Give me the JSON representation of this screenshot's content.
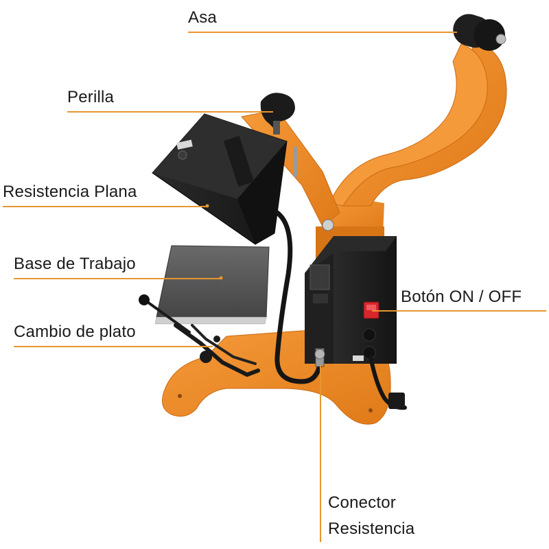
{
  "labels": {
    "asa": "Asa",
    "perilla": "Perilla",
    "resistencia_plana": "Resistencia Plana",
    "base_de_trabajo": "Base de Trabajo",
    "cambio_de_plato": "Cambio de plato",
    "boton_on_off": "Botón ON / OFF",
    "conector_resistencia_line1": "Conector",
    "conector_resistencia_line2": "Resistencia"
  },
  "colors": {
    "frame": "#f08a24",
    "frame_dark": "#c96a12",
    "black": "#1c1c1c",
    "plate": "#555555",
    "leader": "#e8962e",
    "switch": "#d7262b"
  }
}
